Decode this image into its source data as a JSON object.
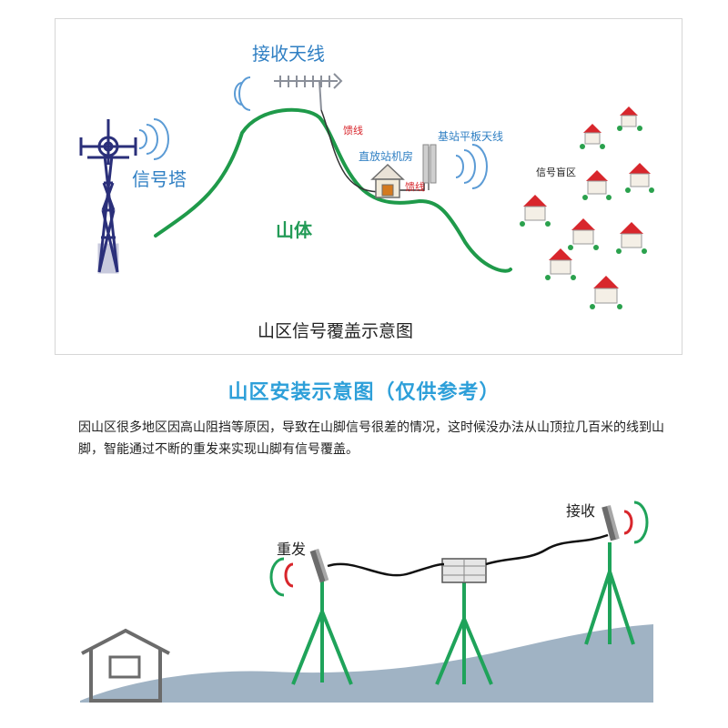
{
  "top_diagram": {
    "receive_antenna": "接收天线",
    "signal_tower": "信号塔",
    "feeder_1": "馈线",
    "feeder_2": "馈线",
    "repeater_room": "直放站机房",
    "panel_antenna": "基站平板天线",
    "blind_zone": "信号盲区",
    "mountain": "山体",
    "caption": "山区信号覆盖示意图"
  },
  "section": {
    "title": "山区安装示意图（仅供参考）",
    "description": "因山区很多地区因高山阻挡等原因，导致在山脚信号很差的情况，这时候没办法从山顶拉几百米的线到山脚，智能通过不断的重发来实现山脚有信号覆盖。"
  },
  "bottom_diagram": {
    "resend": "重发",
    "receive": "接收"
  },
  "colors": {
    "mountain_line": "#1f9a4a",
    "tower": "#2a2f7a",
    "signal_wave": "#5b9bd5",
    "red_wave": "#d8262c",
    "ground": "#8fa6ba",
    "stand": "#1fa35a",
    "title_blue": "#2d9fd9"
  }
}
